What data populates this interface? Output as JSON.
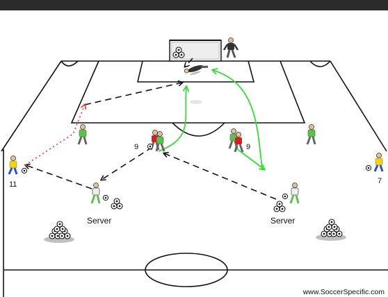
{
  "labels": {
    "server_left": "Server",
    "server_right": "Server",
    "player_11": "11",
    "player_9_left": "9",
    "player_9_right": "9",
    "player_7": "7"
  },
  "watermark": "www.SoccerSpecific.com",
  "colors": {
    "pitch_line": "#111111",
    "pass_arrow": "#111111",
    "run_arrow": "#33dd33",
    "dribble_arrow": "#ee3322",
    "attacker_shirt": "#cc2222",
    "wide_shirt": "#f2d21b",
    "defender_shirt": "#5fbf4f",
    "server_shirt": "#eeeeee",
    "keeper_shirt": "#333333"
  },
  "icons": [
    "goal-icon",
    "goalkeeper-icon",
    "player-icon",
    "ball-icon",
    "ball-pile-icon"
  ]
}
